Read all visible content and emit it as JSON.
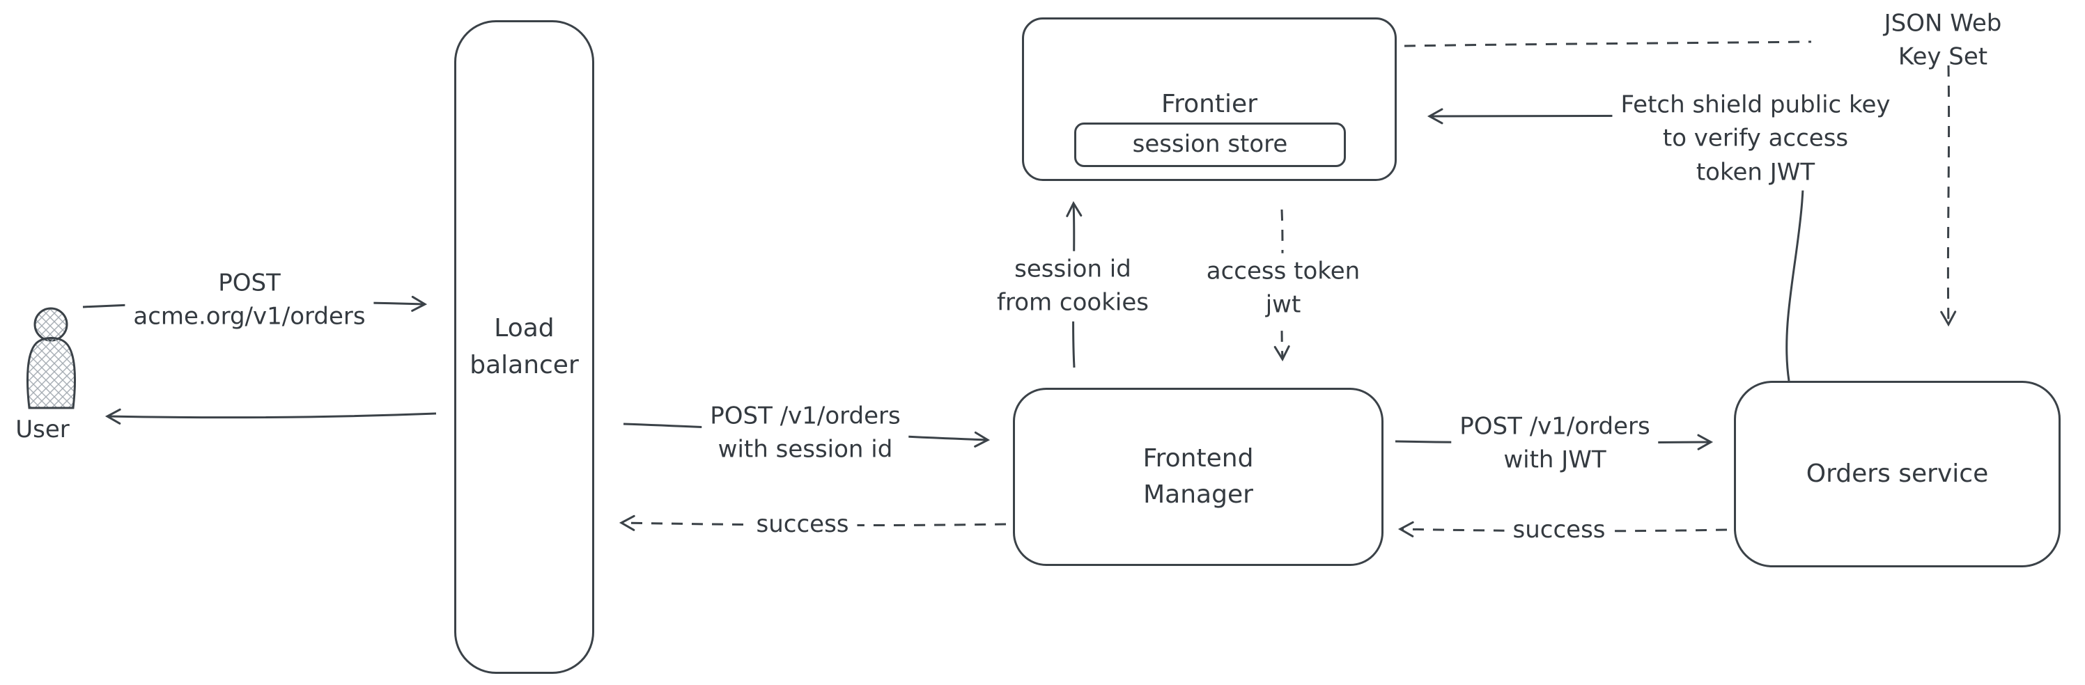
{
  "canvas": {
    "ink": "#3b4248",
    "background": "#ffffff"
  },
  "nodes": {
    "user": {
      "label": "User"
    },
    "load_balancer": {
      "label": "Load\nbalancer"
    },
    "frontier": {
      "label": "Frontier",
      "session_store": "session store"
    },
    "frontend_manager": {
      "label": "Frontend\nManager"
    },
    "orders_service": {
      "label": "Orders service"
    }
  },
  "edges": {
    "user_to_lb": {
      "label": "POST\nacme.org/v1/orders"
    },
    "lb_to_fm": {
      "label": "POST /v1/orders\nwith session id"
    },
    "fm_to_lb": {
      "label": "success"
    },
    "fm_to_frontier": {
      "label": "session id\nfrom cookies"
    },
    "frontier_to_fm": {
      "label": "access token\njwt"
    },
    "fm_to_orders": {
      "label": "POST /v1/orders\nwith JWT"
    },
    "orders_to_fm": {
      "label": "success"
    },
    "jwks": {
      "label": "JSON Web Key Set"
    },
    "orders_to_frontier": {
      "label": "Fetch shield public key\nto verify access\ntoken JWT"
    }
  }
}
